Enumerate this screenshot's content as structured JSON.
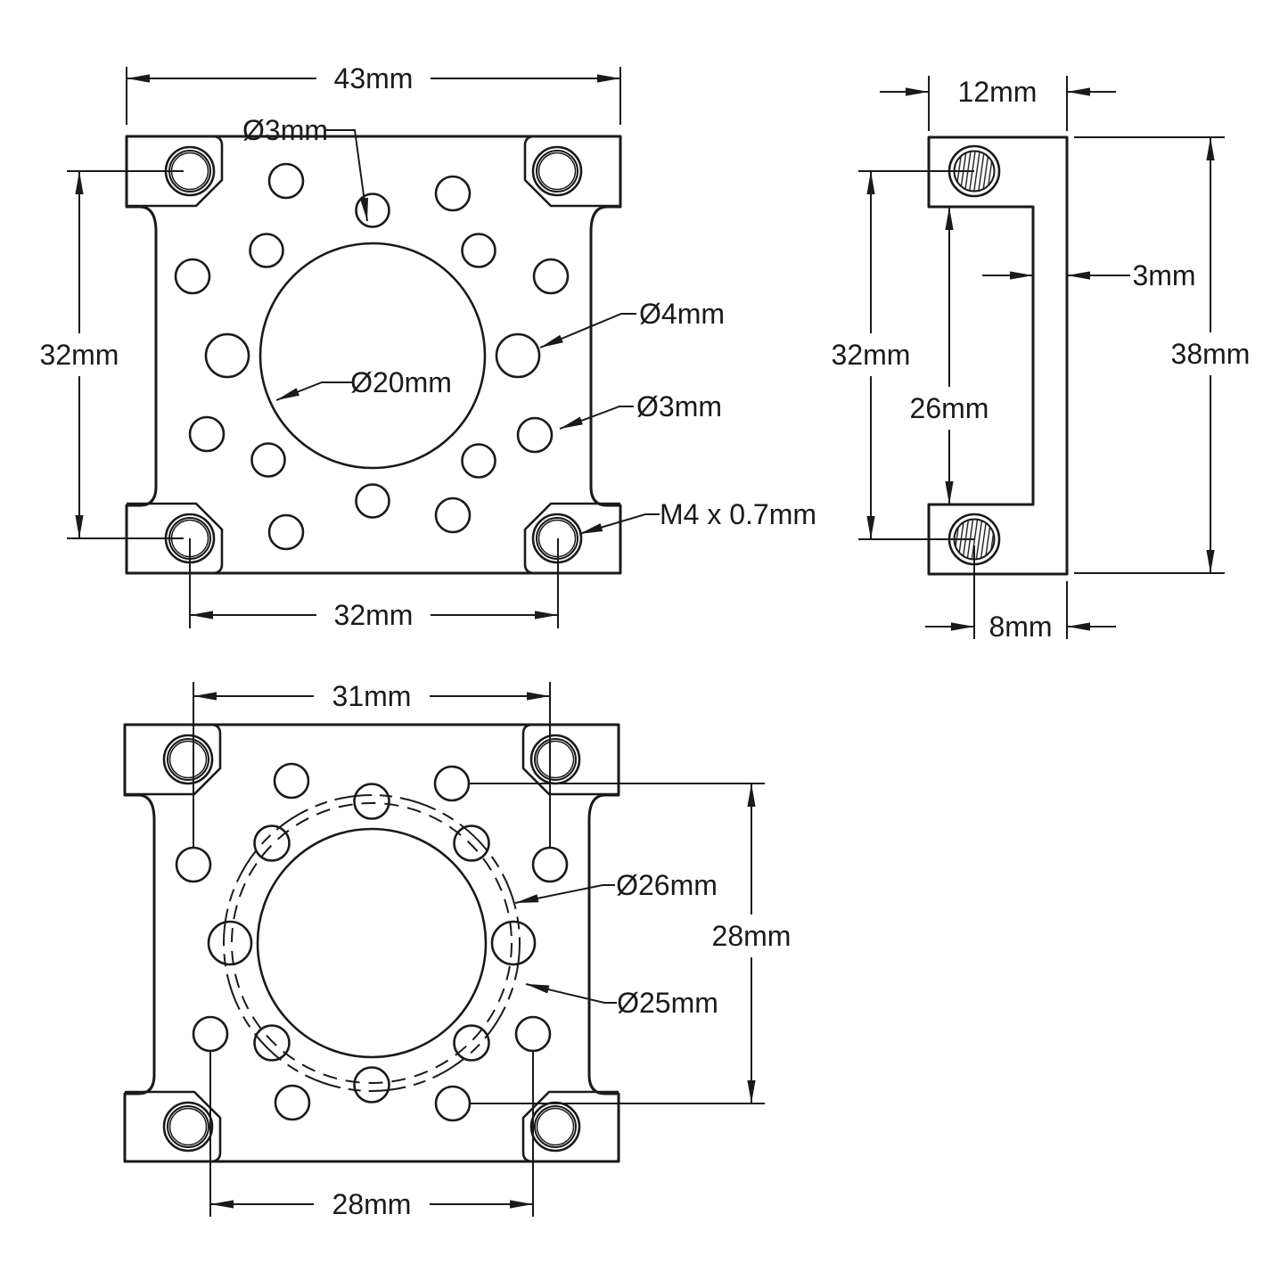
{
  "front": {
    "width_label": "43mm",
    "hole3_top_label": "Ø3mm",
    "pattern_v_label": "32mm",
    "bore_label": "Ø20mm",
    "hole4_label": "Ø4mm",
    "hole3_side_label": "Ø3mm",
    "thread_label": "M4 x 0.7mm",
    "pattern_h_label": "32mm"
  },
  "side": {
    "top_width_label": "12mm",
    "web_label": "3mm",
    "pattern_label": "32mm",
    "inner_gap_label": "26mm",
    "height_label": "38mm",
    "hole_offset_label": "8mm"
  },
  "back": {
    "top_spacing_label": "31mm",
    "bc_outer_label": "Ø26mm",
    "bc_inner_label": "Ø25mm",
    "right_spacing_label": "28mm",
    "bottom_spacing_label": "28mm"
  },
  "colors": {
    "line": "#1a1a1a",
    "background": "#ffffff"
  }
}
